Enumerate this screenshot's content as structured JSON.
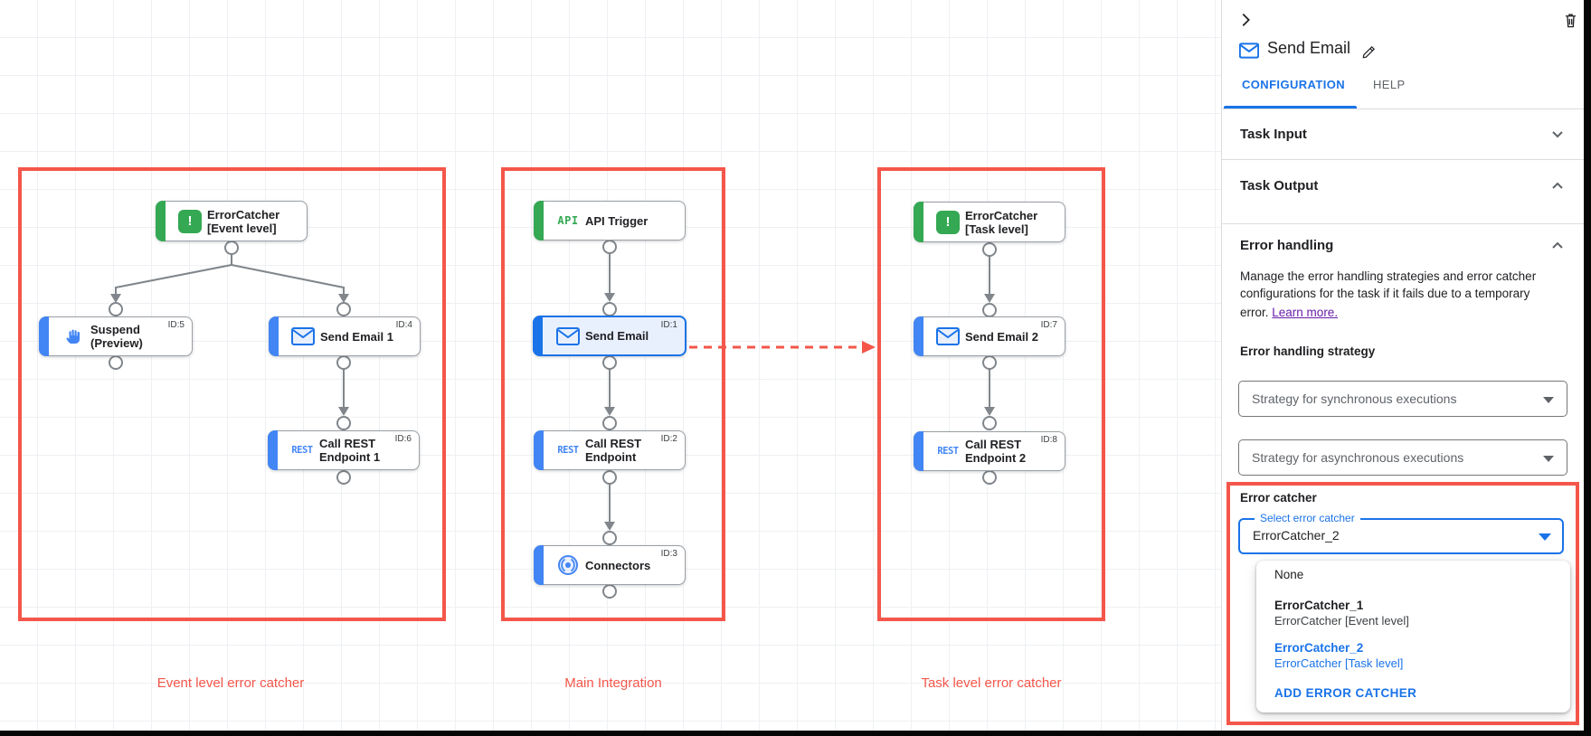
{
  "colors": {
    "annotation_red": "#f4564a",
    "dot_red": "#e02a2a",
    "accent_blue": "#1a73e8",
    "node_blue": "#4285f4",
    "green": "#34a853",
    "selected_bg": "#e8f0fe",
    "text": "#202124",
    "secondary_text": "#5f6368",
    "link_purple": "#681da8",
    "divider": "#dadce0",
    "edge_gray": "#80868b"
  },
  "canvas": {
    "groups": [
      {
        "label": "Event level error catcher"
      },
      {
        "label": "Main Integration"
      },
      {
        "label": "Task level error catcher"
      }
    ],
    "nodes": {
      "ec_event": {
        "line1": "ErrorCatcher",
        "line2": "[Event level]",
        "icon": "error-exclamation",
        "icon_text": "!"
      },
      "suspend": {
        "line1": "Suspend",
        "line2": "(Preview)",
        "id": "ID:5",
        "icon": "hand"
      },
      "send_email_1": {
        "line1": "Send Email 1",
        "id": "ID:4",
        "icon": "mail"
      },
      "call_rest_1": {
        "line1": "Call REST",
        "line2": "Endpoint 1",
        "id": "ID:6",
        "icon": "rest",
        "icon_text": "REST"
      },
      "api_trigger": {
        "line1": "API Trigger",
        "icon": "api",
        "icon_text": "API"
      },
      "send_email": {
        "line1": "Send Email",
        "id": "ID:1",
        "icon": "mail",
        "selected": true
      },
      "call_rest": {
        "line1": "Call REST",
        "line2": "Endpoint",
        "id": "ID:2",
        "icon": "rest",
        "icon_text": "REST"
      },
      "connectors": {
        "line1": "Connectors",
        "id": "ID:3",
        "icon": "connectors"
      },
      "ec_task": {
        "line1": "ErrorCatcher",
        "line2": "[Task level]",
        "icon": "error-exclamation",
        "icon_text": "!"
      },
      "send_email_2": {
        "line1": "Send Email 2",
        "id": "ID:7",
        "icon": "mail"
      },
      "call_rest_2": {
        "line1": "Call REST",
        "line2": "Endpoint 2",
        "id": "ID:8",
        "icon": "rest",
        "icon_text": "REST"
      }
    }
  },
  "panel": {
    "title": "Send Email",
    "tabs": {
      "configuration": "CONFIGURATION",
      "help": "HELP"
    },
    "sections": {
      "task_input": "Task Input",
      "task_output": "Task Output",
      "error_handling": "Error handling"
    },
    "error_handling": {
      "description": "Manage the error handling strategies and error catcher configurations for the task if it fails due to a temporary error.",
      "learn_more": "Learn more.",
      "strategy_label": "Error handling strategy",
      "sync_placeholder": "Strategy for synchronous executions",
      "async_placeholder": "Strategy for asynchronous executions",
      "error_catcher_label": "Error catcher",
      "select_label": "Select error catcher",
      "select_value": "ErrorCatcher_2",
      "menu": {
        "none": "None",
        "option1_title": "ErrorCatcher_1",
        "option1_subtitle": "ErrorCatcher [Event level]",
        "option2_title": "ErrorCatcher_2",
        "option2_subtitle": "ErrorCatcher [Task level]",
        "add_action": "ADD ERROR CATCHER"
      }
    }
  }
}
